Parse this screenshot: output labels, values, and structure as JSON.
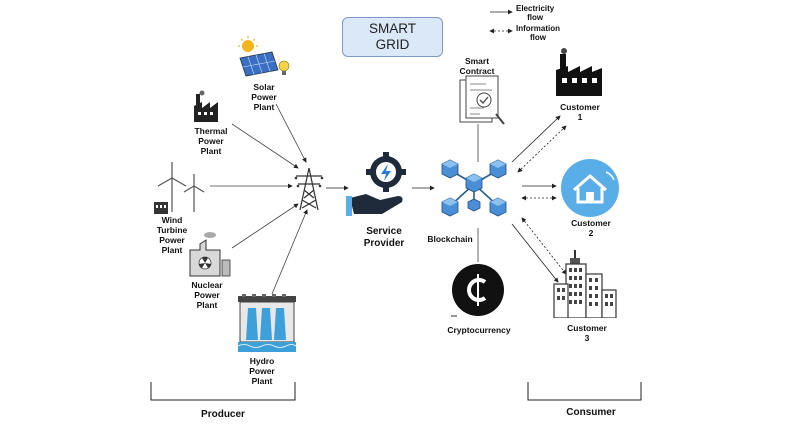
{
  "title": {
    "line1": "SMART",
    "line2": "GRID"
  },
  "legend": {
    "electricity": {
      "line1": "Electricity",
      "line2": "flow"
    },
    "information": {
      "line1": "Information",
      "line2": "flow"
    }
  },
  "producers": {
    "solar": {
      "line1": "Solar",
      "line2": "Power",
      "line3": "Plant"
    },
    "thermal": {
      "line1": "Thermal",
      "line2": "Power",
      "line3": "Plant"
    },
    "wind": {
      "line1": "Wind",
      "line2": "Turbine",
      "line3": "Power",
      "line4": "Plant"
    },
    "nuclear": {
      "line1": "Nuclear",
      "line2": "Power",
      "line3": "Plant"
    },
    "hydro": {
      "line1": "Hydro",
      "line2": "Power",
      "line3": "Plant"
    }
  },
  "service_provider": {
    "line1": "Service",
    "line2": "Provider"
  },
  "smart_contract": {
    "line1": "Smart",
    "line2": "Contract"
  },
  "blockchain": {
    "label": "Blockchain"
  },
  "cryptocurrency": {
    "label": "Cryptocurrency"
  },
  "customers": [
    {
      "line1": "Customer",
      "line2": "1"
    },
    {
      "line1": "Customer",
      "line2": "2"
    },
    {
      "line1": "Customer",
      "line2": "3"
    }
  ],
  "groups": {
    "producer": "Producer",
    "consumer": "Consumer"
  },
  "colors": {
    "title_fill": "#dbe8f7",
    "title_border": "#7d9ac4",
    "blockchain_cube": "#4a8fd6",
    "customer2_circle": "#5aaee8",
    "service_provider": "#1f2a3a",
    "lightning": "#2b7bd6",
    "solar_panel": "#3a6fc4",
    "sun": "#f2b51d",
    "water": "#3ea0d8"
  }
}
